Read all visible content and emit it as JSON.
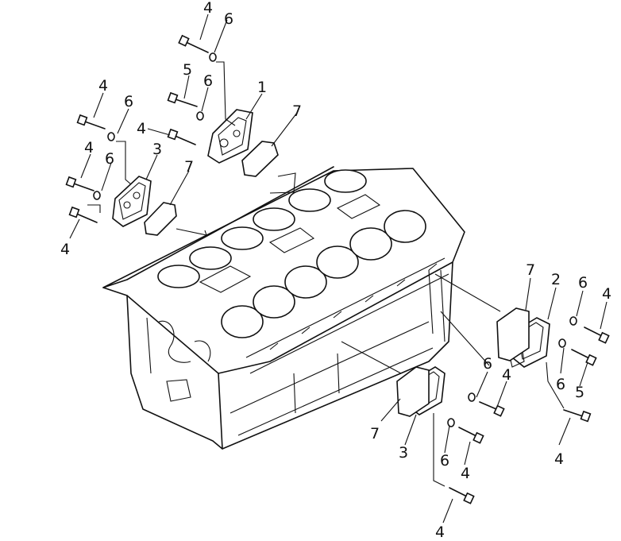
{
  "labels": [
    {
      "id": "a",
      "text": "4"
    },
    {
      "id": "b",
      "text": "6"
    },
    {
      "id": "c",
      "text": "5"
    },
    {
      "id": "d",
      "text": "6"
    },
    {
      "id": "e",
      "text": "1"
    },
    {
      "id": "f",
      "text": "4"
    },
    {
      "id": "g",
      "text": "7"
    },
    {
      "id": "h",
      "text": "4"
    },
    {
      "id": "i",
      "text": "6"
    },
    {
      "id": "j",
      "text": "4"
    },
    {
      "id": "k",
      "text": "6"
    },
    {
      "id": "l",
      "text": "3"
    },
    {
      "id": "m",
      "text": "7"
    },
    {
      "id": "n",
      "text": "4"
    },
    {
      "id": "o",
      "text": "7"
    },
    {
      "id": "p",
      "text": "2"
    },
    {
      "id": "q",
      "text": "6"
    },
    {
      "id": "r",
      "text": "4"
    },
    {
      "id": "s",
      "text": "6"
    },
    {
      "id": "t",
      "text": "5"
    },
    {
      "id": "u",
      "text": "4"
    },
    {
      "id": "v",
      "text": "6"
    },
    {
      "id": "w",
      "text": "4"
    },
    {
      "id": "x",
      "text": "7"
    },
    {
      "id": "y",
      "text": "3"
    },
    {
      "id": "z",
      "text": "6"
    },
    {
      "id": "aa",
      "text": "4"
    },
    {
      "id": "ab",
      "text": "4"
    }
  ]
}
